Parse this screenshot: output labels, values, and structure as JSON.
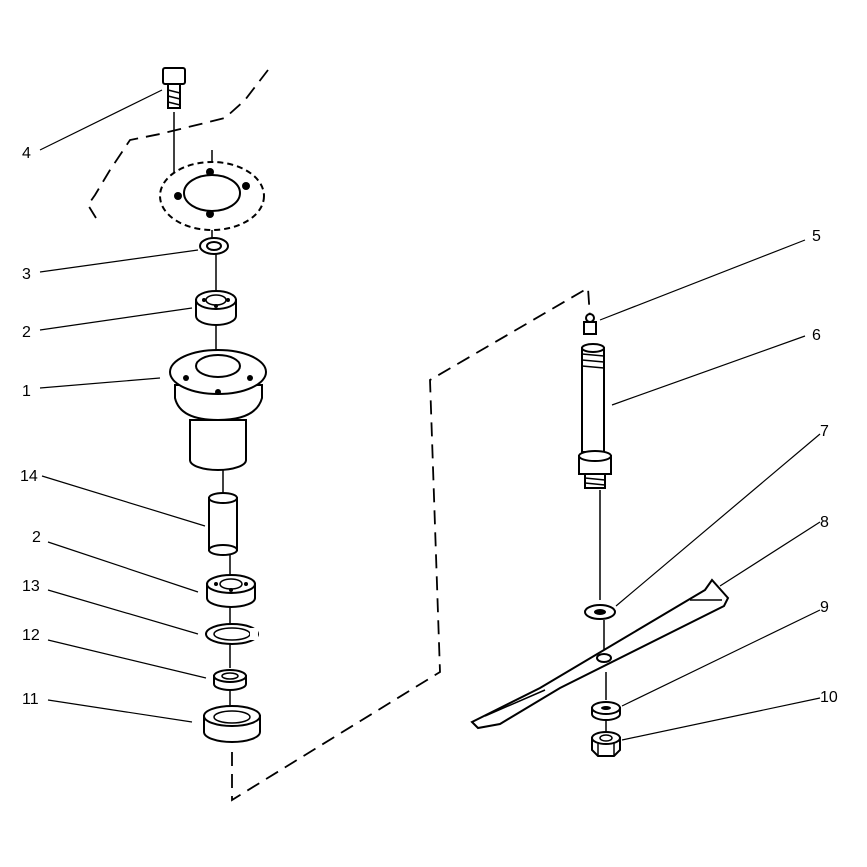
{
  "colors": {
    "line": "#000000",
    "background": "#ffffff"
  },
  "callouts": {
    "c1": "1",
    "c2a": "2",
    "c2b": "2",
    "c3": "3",
    "c4": "4",
    "c5": "5",
    "c6": "6",
    "c7": "7",
    "c8": "8",
    "c9": "9",
    "c10": "10",
    "c11": "11",
    "c12": "12",
    "c13": "13",
    "c14": "14"
  }
}
